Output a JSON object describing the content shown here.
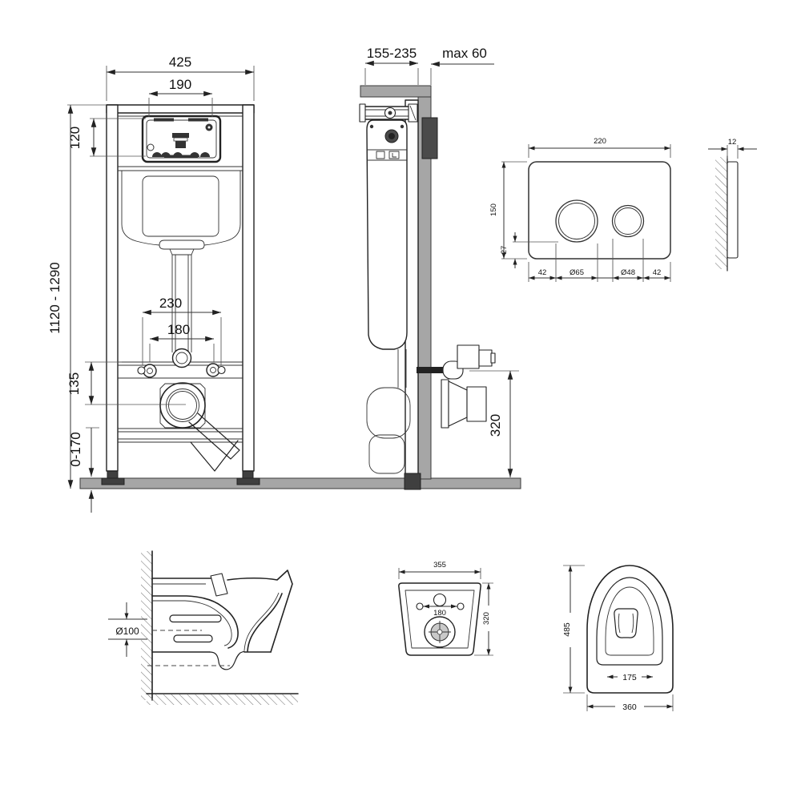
{
  "colors": {
    "background": "#ffffff",
    "line": "#222222",
    "grey_fill": "#a6a6a6",
    "dark_fill": "#3f3f3f"
  },
  "drawing": {
    "frame_front": {
      "total_width": "425",
      "opening_width": "190",
      "opening_height": "120",
      "frame_height_range": "1120 - 1290",
      "fixing_outer": "230",
      "fixing_inner": "180",
      "outlet_drop": "135",
      "feet_adjust": "0-170"
    },
    "frame_side": {
      "depth_range": "155-235",
      "wall_clearance": "max 60",
      "outlet_height": "320"
    },
    "flush_plate": {
      "width": "220",
      "height": "150",
      "button_bottom_offset": "27",
      "left_margin": "42",
      "large_button_dia": "Ø65",
      "small_button_dia": "Ø48",
      "right_margin": "42",
      "thickness": "12"
    },
    "bowl_section": {
      "outlet_dia": "Ø100"
    },
    "bowl_back": {
      "width": "355",
      "height": "320",
      "bolt_spacing": "180"
    },
    "bowl_top": {
      "depth": "485",
      "inner_width": "175",
      "width": "360"
    }
  }
}
